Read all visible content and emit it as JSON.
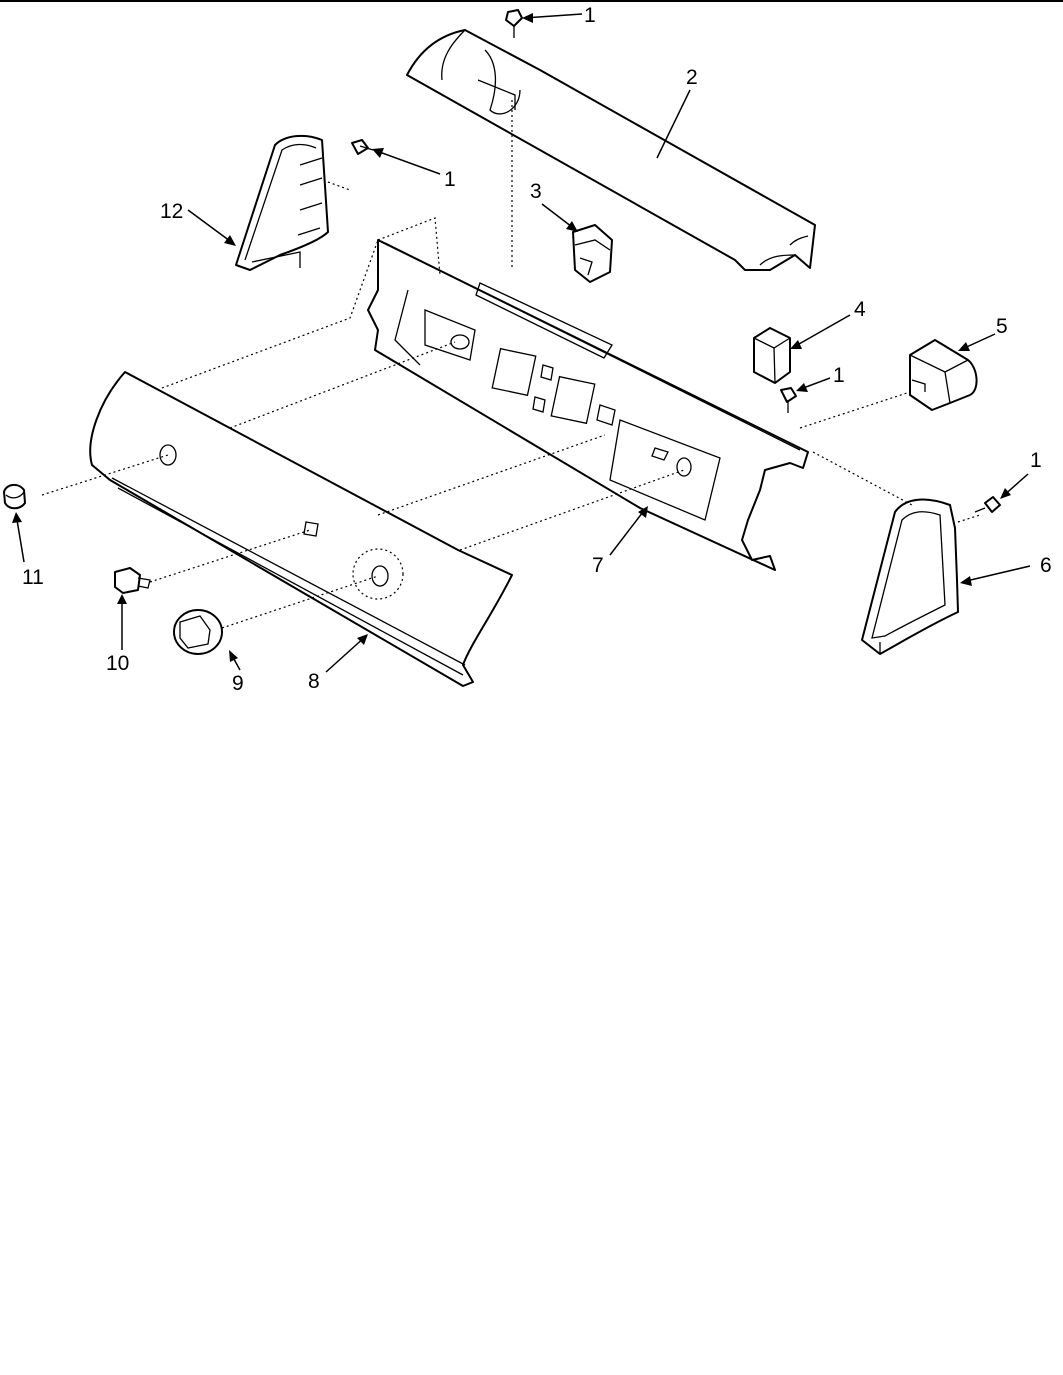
{
  "diagram": {
    "type": "exploded-parts-view",
    "callouts": [
      {
        "id": "c1a",
        "text": "1"
      },
      {
        "id": "c1b",
        "text": "1"
      },
      {
        "id": "c1c",
        "text": "1"
      },
      {
        "id": "c1d",
        "text": "1"
      },
      {
        "id": "c2",
        "text": "2"
      },
      {
        "id": "c3",
        "text": "3"
      },
      {
        "id": "c4",
        "text": "4"
      },
      {
        "id": "c5",
        "text": "5"
      },
      {
        "id": "c6",
        "text": "6"
      },
      {
        "id": "c7",
        "text": "7"
      },
      {
        "id": "c8",
        "text": "8"
      },
      {
        "id": "c9",
        "text": "9"
      },
      {
        "id": "c10",
        "text": "10"
      },
      {
        "id": "c11",
        "text": "11"
      },
      {
        "id": "c12",
        "text": "12"
      }
    ]
  }
}
